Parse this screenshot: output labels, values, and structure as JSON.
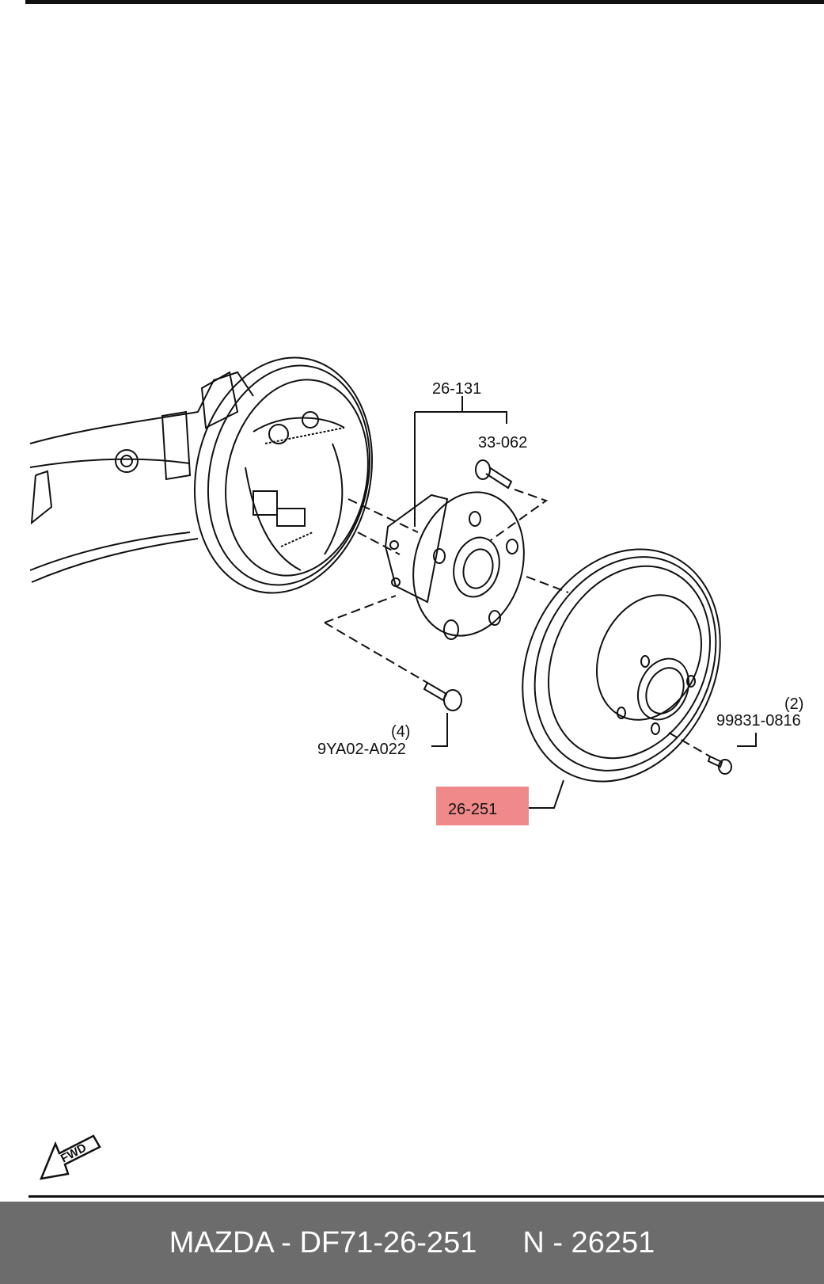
{
  "callouts": {
    "hub_assembly": "26-131",
    "hub_bolt_stud": "33-062",
    "mount_bolt_qty": "(4)",
    "mount_bolt": "9YA02-A022",
    "screw_qty": "(2)",
    "screw": "99831-0816",
    "brake_drum": "26-251"
  },
  "direction_badge": "FWD",
  "footer": {
    "part_number": "MAZDA - DF71-26-251",
    "cross_reference": "N - 26251"
  },
  "colors": {
    "highlight": "#f08a8a",
    "footer_bg": "#6c6c6c",
    "line": "#111111"
  }
}
